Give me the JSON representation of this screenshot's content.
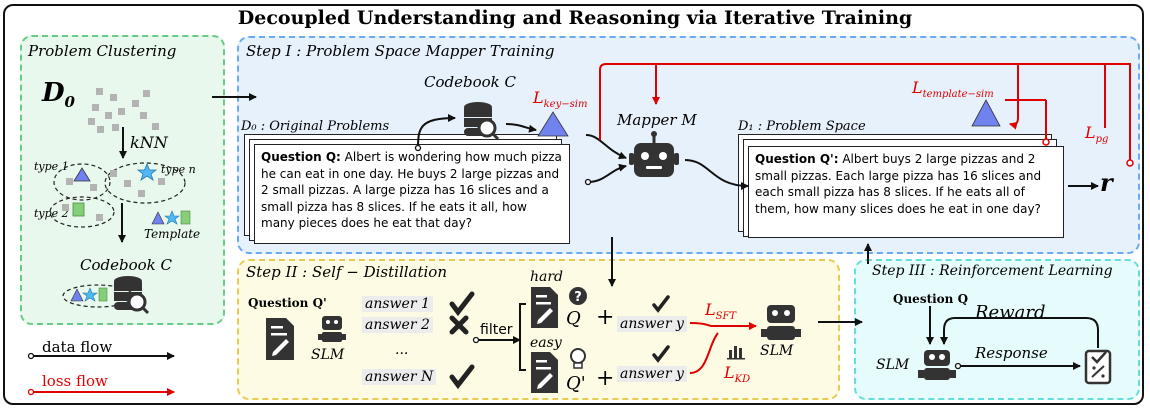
{
  "title": "Decoupled Understanding and Reasoning via Iterative Training",
  "colors": {
    "clustering_bg": "#e8f8ec",
    "clustering_border": "#66cc88",
    "step1_bg": "#e6f1fc",
    "step1_border": "#6aaaf0",
    "step2_bg": "#fdfbe4",
    "step2_border": "#e6cc55",
    "step3_bg": "#e6fbfb",
    "step3_border": "#66dddd",
    "loss": "#e00000",
    "triangle": "#6f82ee",
    "star": "#4fb8f5",
    "rect": "#86cf7a",
    "dot": "#b3b3b3"
  },
  "clustering": {
    "title": "Problem Clustering",
    "d0": "D",
    "d0_sub": "0",
    "knn": "kNN",
    "type1": "type 1",
    "type2": "type 2",
    "typen": "type n",
    "template": "Template",
    "codebook": "Codebook C"
  },
  "legend": {
    "data_flow": "data flow",
    "loss_flow": "loss flow"
  },
  "step1": {
    "title": "Step I : Problem Space Mapper Training",
    "codebook": "Codebook C",
    "original": "D₀ : Original Problems",
    "mapper": "Mapper M",
    "problem_space": "D₁ : Problem Space",
    "l_key": "L",
    "l_key_sub": "key−sim",
    "l_template": "L",
    "l_template_sub": "template−sim",
    "l_pg": "L",
    "l_pg_sub": "pg",
    "r": "r",
    "q_label": "Question Q:",
    "q_text": " Albert is wondering how much pizza he can eat in one day. He buys 2 large pizzas and 2 small pizzas. A large pizza has 16 slices and a small pizza has 8 slices. If he eats it all, how many pieces does he eat that day?",
    "q2_label": "Question Q':",
    "q2_text": " Albert buys 2 large pizzas and 2 small pizzas. Each large pizza has 16 slices and each small pizza has 8 slices. If he eats all of them, how many slices does he eat in one day?"
  },
  "step2": {
    "title": "Step II : Self − Distillation",
    "question": "Question Q'",
    "slm": "SLM",
    "answers": [
      "answer 1",
      "answer 2",
      "...",
      "answer N"
    ],
    "filter": "filter",
    "hard": "hard",
    "easy": "easy",
    "q": "Q",
    "qprime": "Q'",
    "plus": "+",
    "answer_y": "answer y",
    "l_sft": "L",
    "l_sft_sub": "SFT",
    "l_kd": "L",
    "l_kd_sub": "KD",
    "slm2": "SLM"
  },
  "step3": {
    "title": "Step III : Reinforcement Learning",
    "question": "Question Q",
    "reward": "Reward",
    "response": "Response",
    "slm": "SLM"
  }
}
